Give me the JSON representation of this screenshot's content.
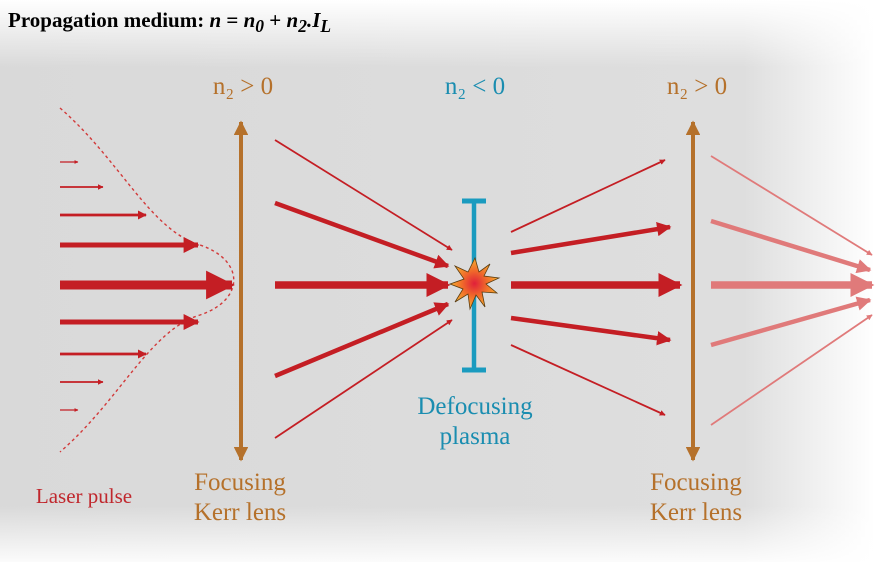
{
  "title": {
    "prefix": "Propagation medium: ",
    "n": "n",
    "eq1": " = ",
    "n0": "n",
    "n0_sub": "0",
    "plus": " + ",
    "n2": "n",
    "n2_sub": "2",
    "dot": ".",
    "I": "I",
    "I_sub": "L"
  },
  "labels": {
    "n2_pos_left": "n₂ > 0",
    "n2_neg": "n₂ < 0",
    "n2_pos_right": "n₂ > 0",
    "laser_pulse": "Laser pulse",
    "lens_left_line1": "Focusing",
    "lens_left_line2": "Kerr lens",
    "plasma_line1": "Defocusing",
    "plasma_line2": "plasma",
    "lens_right_line1": "Focusing",
    "lens_right_line2": "Kerr lens"
  },
  "colors": {
    "beam": "#c41e24",
    "lens": "#b5712b",
    "plasma": "#1a9bbf",
    "pulse_curve": "#d23a3a",
    "background": "#dcdcdc"
  }
}
